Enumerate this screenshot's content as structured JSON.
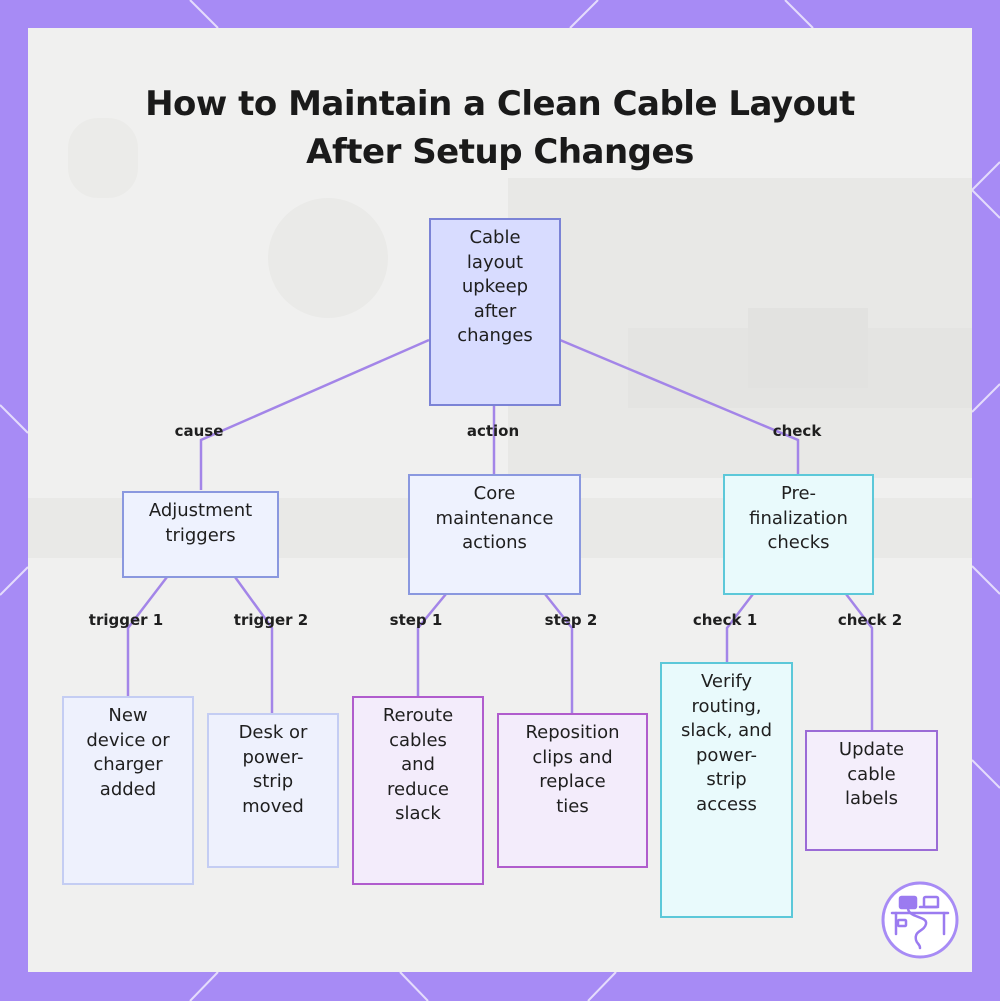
{
  "title": {
    "line1": "How to Maintain a Clean Cable Layout",
    "line2": "After Setup Changes"
  },
  "colors": {
    "frame": "#a78bf5",
    "connector": "#a385e8",
    "root_fill": "#d8dcff",
    "cyan_border": "#5cc8d9",
    "purple_border": "#b05ccd"
  },
  "nodes": {
    "root": "Cable\nlayout\nupkeep\nafter\nchanges",
    "triggers": "Adjustment\ntriggers",
    "actions": "Core\nmaintenance\nactions",
    "checks": "Pre-\nfinalization\nchecks",
    "new_device": "New\ndevice or\ncharger\nadded",
    "desk_moved": "Desk or\npower-\nstrip\nmoved",
    "reroute": "Reroute\ncables\nand\nreduce\nslack",
    "reposition": "Reposition\nclips and\nreplace\nties",
    "verify": "Verify\nrouting,\nslack, and\npower-\nstrip\naccess",
    "update": "Update\ncable\nlabels"
  },
  "edges": {
    "cause": "cause",
    "action": "action",
    "check": "check",
    "trigger1": "trigger 1",
    "trigger2": "trigger 2",
    "step1": "step 1",
    "step2": "step 2",
    "check1": "check 1",
    "check2": "check 2"
  },
  "logo_icon": "desk-cable-icon"
}
